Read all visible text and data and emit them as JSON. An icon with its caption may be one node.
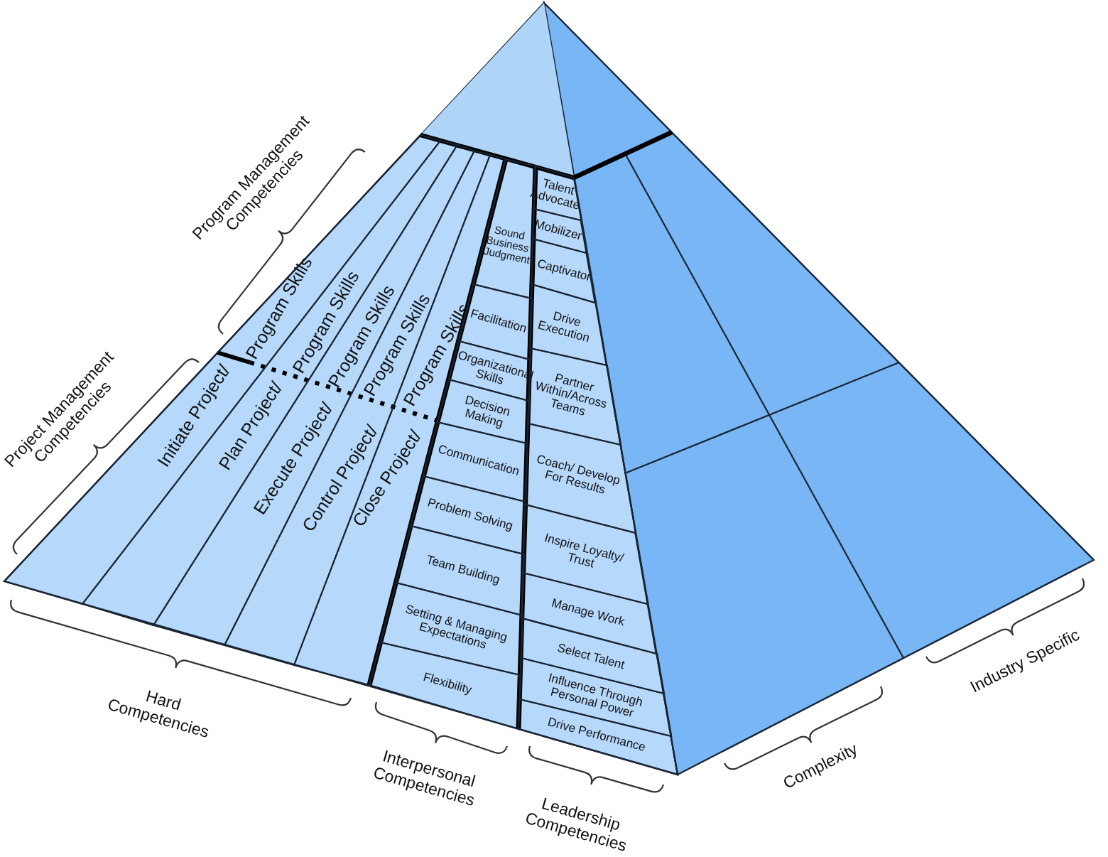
{
  "diagram": {
    "nodes": [
      {
        "text": [
          "Initiate Project/",
          "Program Skills"
        ]
      },
      {
        "text": [
          "Plan Project/",
          "Program Skills"
        ]
      },
      {
        "text": [
          "Execute Project/",
          "Program Skills"
        ]
      },
      {
        "text": [
          "Control Project/",
          "Program Skills"
        ]
      },
      {
        "text": [
          "Close Project/",
          "Program Skills"
        ]
      },
      {
        "text": [
          "Sound Business Judgment"
        ]
      },
      {
        "text": [
          "Facilitation"
        ]
      },
      {
        "text": [
          "Organizational Skills"
        ]
      },
      {
        "text": [
          "Decision Making"
        ]
      },
      {
        "text": [
          "Communication"
        ]
      },
      {
        "text": [
          "Problem Solving"
        ]
      },
      {
        "text": [
          "Team Building"
        ]
      },
      {
        "text": [
          "Setting & Managing Expectations"
        ]
      },
      {
        "text": [
          "Flexibility"
        ]
      },
      {
        "text": [
          "Talent Advocate"
        ]
      },
      {
        "text": [
          "Mobilizer"
        ]
      },
      {
        "text": [
          "Captivator"
        ]
      },
      {
        "text": [
          "Drive Execution"
        ]
      },
      {
        "text": [
          "Partner Within/Across Teams"
        ]
      },
      {
        "text": [
          "Coach/ Develop For Results"
        ]
      },
      {
        "text": [
          "Inspire Loyalty/ Trust"
        ]
      },
      {
        "text": [
          "Manage Work"
        ]
      },
      {
        "text": [
          "Select Talent"
        ]
      },
      {
        "text": [
          "Influence Through Personal Power"
        ]
      },
      {
        "text": [
          "Drive Performance"
        ]
      }
    ],
    "labels": [
      "Program Management Competencies",
      "Project Management Competencies",
      "Hard Competencies",
      "Interpersonal Competencies",
      "Leadership Competencies",
      "Complexity",
      "Industry Specific"
    ]
  }
}
